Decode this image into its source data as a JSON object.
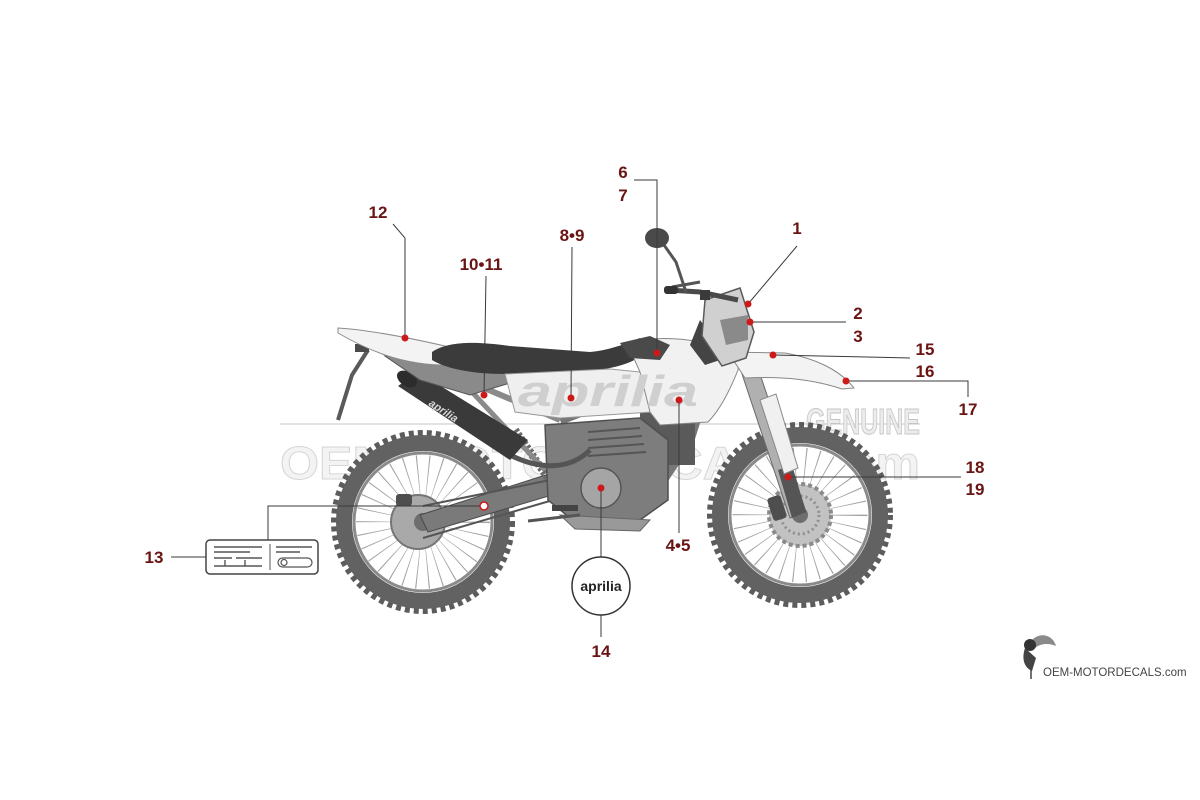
{
  "callouts": [
    "1",
    "2",
    "3",
    "4•5",
    "6",
    "7",
    "8•9",
    "10•11",
    "12",
    "13",
    "14",
    "15",
    "16",
    "17",
    "18",
    "19"
  ],
  "part_14_badge": "aprilia",
  "bike_lettering": {
    "side_panel": "aprilia",
    "exhaust": "aprilia"
  },
  "watermark": {
    "brand_top": "GENUINE",
    "site": "OEM-MOTORDECALS.com"
  },
  "logo": {
    "icon": "toucan-icon",
    "text": "OEM-MOTORDECALS.com"
  },
  "colors": {
    "callout_text": "#6b1414",
    "marker": "#cc1a1a",
    "leader_line": "#3a3a3a",
    "bike_body": "#7d7d7d"
  }
}
